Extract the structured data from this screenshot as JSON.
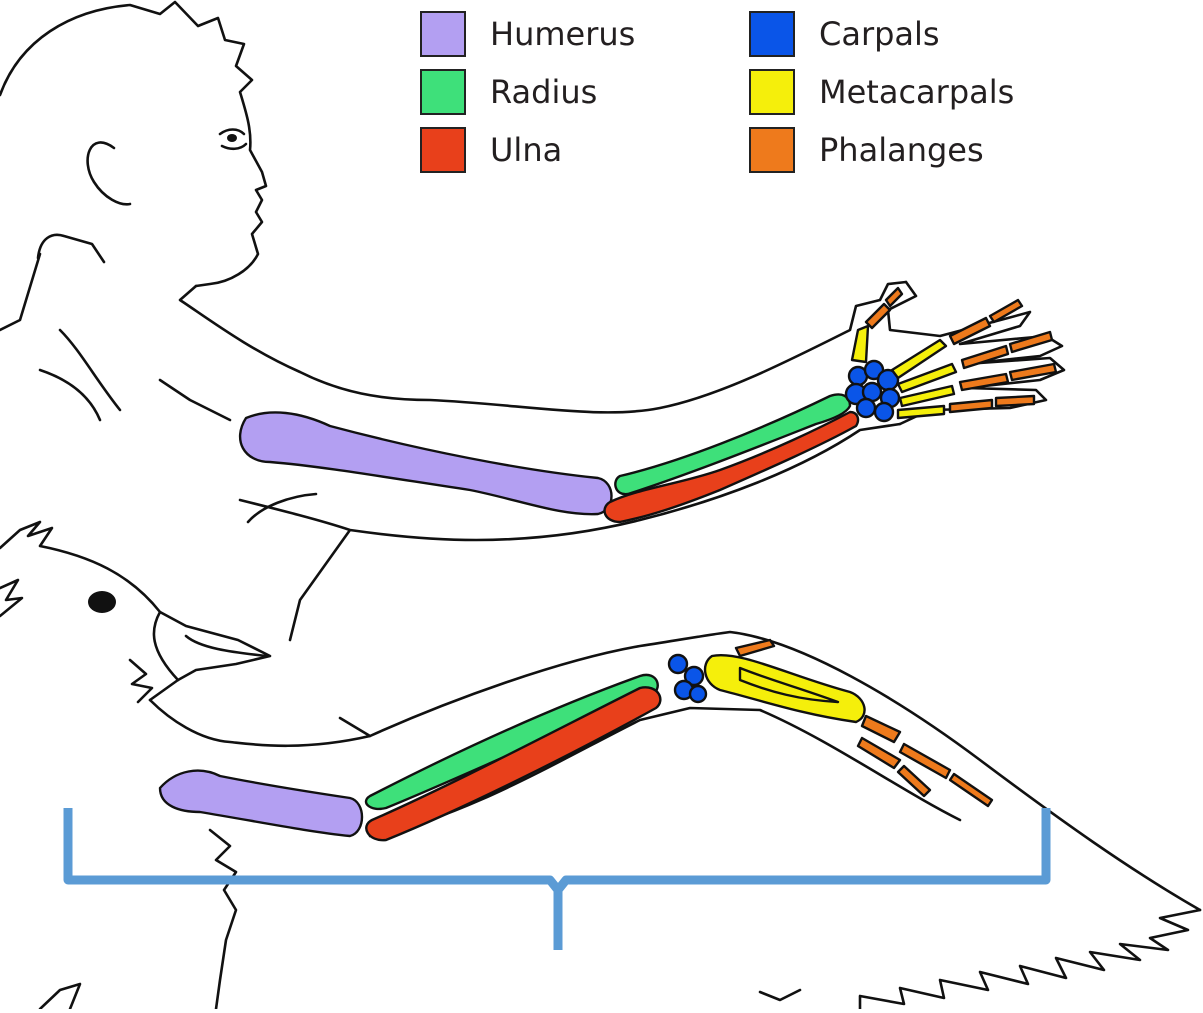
{
  "legend": {
    "items": [
      {
        "key": "humerus",
        "label": "Humerus",
        "color": "#b39ff2"
      },
      {
        "key": "radius",
        "label": "Radius",
        "color": "#3ee07a"
      },
      {
        "key": "ulna",
        "label": "Ulna",
        "color": "#e8401b"
      },
      {
        "key": "carpals",
        "label": "Carpals",
        "color": "#0a55e8"
      },
      {
        "key": "metacarpals",
        "label": "Metacarpals",
        "color": "#f5ef0b"
      },
      {
        "key": "phalanges",
        "label": "Phalanges",
        "color": "#ee7a1c"
      }
    ]
  },
  "bracket_color": "#5b9bd5",
  "outline_color": "#111111"
}
